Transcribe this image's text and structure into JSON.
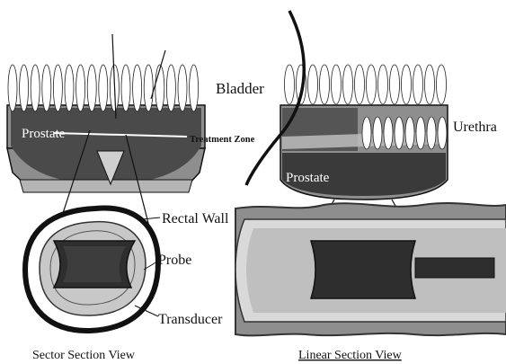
{
  "labels": {
    "bladder": "Bladder",
    "urethra": "Urethra",
    "prostate_left": "Prostate",
    "prostate_right": "Prostate",
    "treatment_zone": "Treatment Zone",
    "rectal_wall": "Rectal Wall",
    "probe": "Probe",
    "transducer": "Transducer"
  },
  "captions": {
    "sector": "Sector Section View",
    "linear": "Linear Section View"
  },
  "colors": {
    "tissue_dark": "#4a4a4a",
    "tissue_mid": "#8e8e8e",
    "tissue_light": "#cfcfcf",
    "transducer": "#2e2e2e",
    "outline": "#111111"
  }
}
